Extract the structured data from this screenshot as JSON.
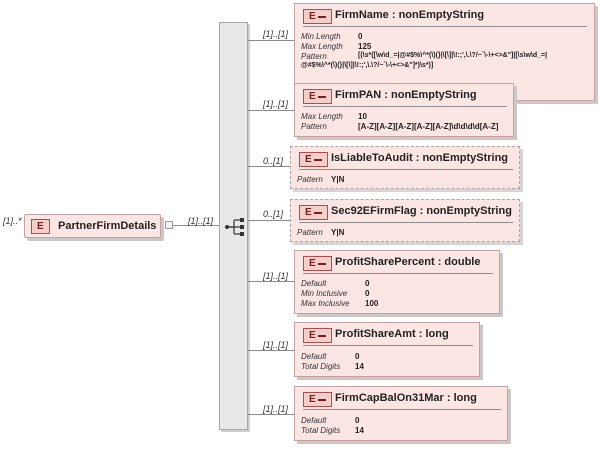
{
  "root": {
    "multiplicity": "[1]..*",
    "badge": "E",
    "name": "PartnerFirmDetails",
    "seq_multiplicity": "[1]..[1]"
  },
  "elements": [
    {
      "multiplicity": "[1]..[1]",
      "badge": "E",
      "title": "FirmName : nonEmptyString",
      "facets": [
        {
          "name": "Min Length",
          "value": "0"
        },
        {
          "name": "Max Length",
          "value": "125"
        },
        {
          "name": "Pattern",
          "value": "[(\\s*([\\w\\d_=|@#$%\\^*(\\)(}|\\[\\]|\\!:;',\\.\\?/~`\\-\\+<>&\"]|[\\s\\w\\d_=|"
        },
        {
          "name": "",
          "value": "@#$%\\^*(\\)(}|\\[\\]|\\!:;',\\.\\?/~`\\-\\+<>&\"]*)\\s*)]"
        }
      ]
    },
    {
      "multiplicity": "[1]..[1]",
      "badge": "E",
      "title": "FirmPAN : nonEmptyString",
      "facets": [
        {
          "name": "Max Length",
          "value": "10"
        },
        {
          "name": "Pattern",
          "value": "[A-Z][A-Z][A-Z][A-Z][A-Z]\\d\\d\\d\\d[A-Z]"
        }
      ]
    },
    {
      "multiplicity": "0..[1]",
      "badge": "E",
      "title": "IsLiableToAudit : nonEmptyString",
      "facets": [
        {
          "name": "Pattern",
          "value": "Y|N"
        }
      ]
    },
    {
      "multiplicity": "0..[1]",
      "badge": "E",
      "title": "Sec92EFirmFlag : nonEmptyString",
      "facets": [
        {
          "name": "Pattern",
          "value": "Y|N"
        }
      ]
    },
    {
      "multiplicity": "[1]..[1]",
      "badge": "E",
      "title": "ProfitSharePercent : double",
      "facets": [
        {
          "name": "Default",
          "value": "0"
        },
        {
          "name": "Min Inclusive",
          "value": "0"
        },
        {
          "name": "Max Inclusive",
          "value": "100"
        }
      ]
    },
    {
      "multiplicity": "[1]..[1]",
      "badge": "E",
      "title": "ProfitShareAmt : long",
      "facets": [
        {
          "name": "Default",
          "value": "0"
        },
        {
          "name": "Total Digits",
          "value": "14"
        }
      ]
    },
    {
      "multiplicity": "[1]..[1]",
      "badge": "E",
      "title": "FirmCapBalOn31Mar : long",
      "facets": [
        {
          "name": "Default",
          "value": "0"
        },
        {
          "name": "Total Digits",
          "value": "14"
        }
      ]
    }
  ],
  "colors": {
    "card_fill": "#fbe6e4",
    "card_border": "#c8a2a0",
    "badge_fill": "#f6cfcb",
    "badge_text": "#7a1f1f",
    "connector": "#8a8a8a",
    "sequence_fill": "#e8e8e8"
  },
  "icons": {
    "element_badge": "element-e-icon",
    "sequence": "sequence-compositor-icon"
  }
}
